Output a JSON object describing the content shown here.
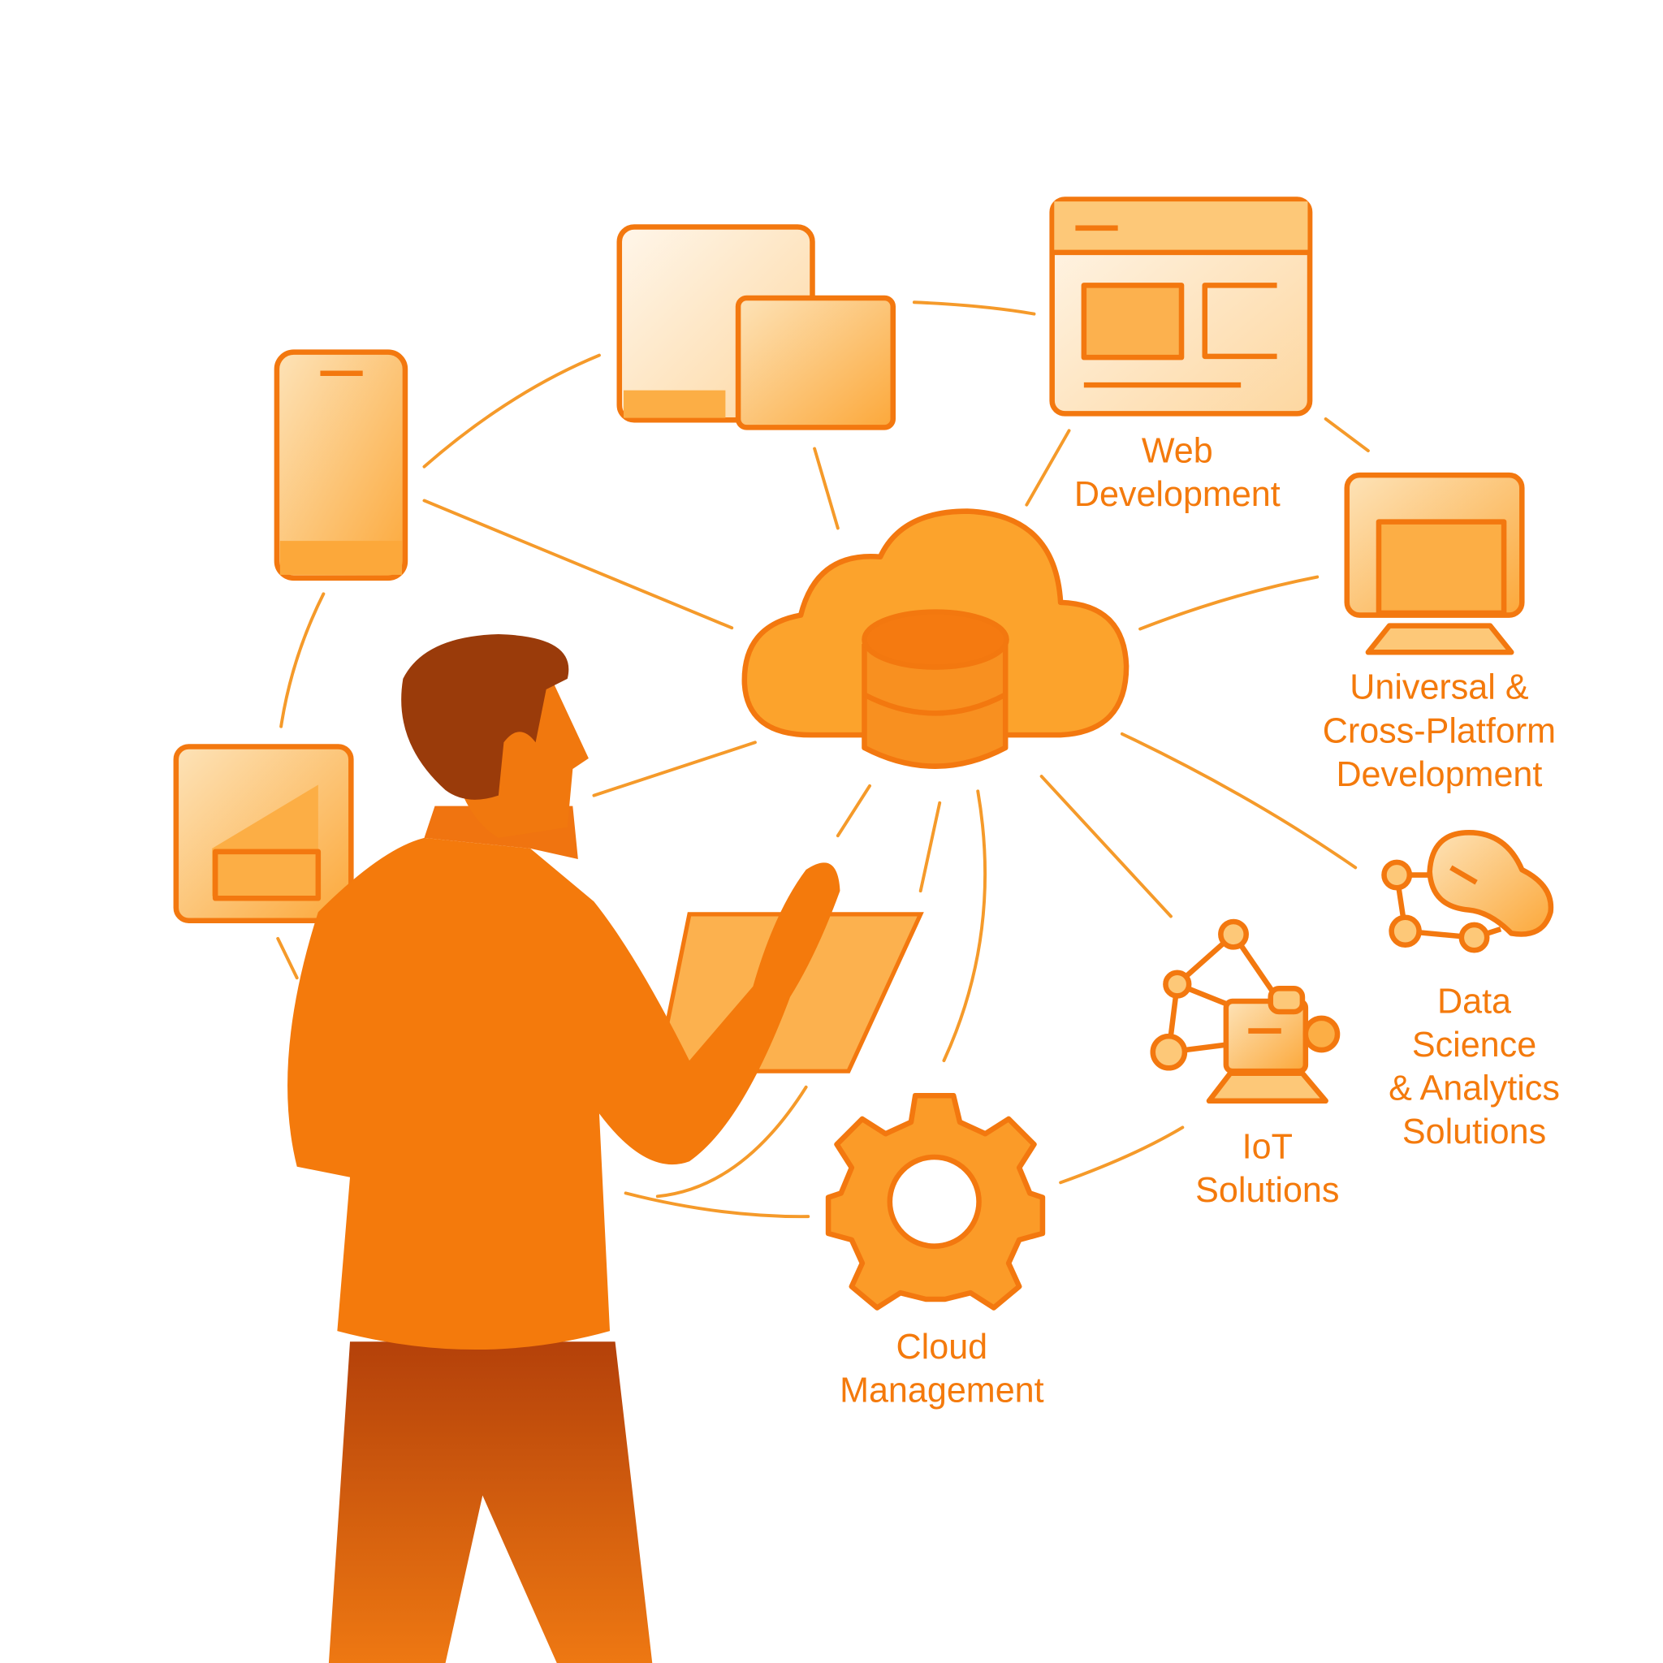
{
  "labels": {
    "web": [
      "Web",
      "Development"
    ],
    "universal": [
      "Universal &",
      "Cross-Platform",
      "Development"
    ],
    "data_science": [
      "Data",
      "Science",
      "& Analytics",
      "Solutions"
    ],
    "iot": [
      "IoT",
      "Solutions"
    ],
    "cloud": [
      "Cloud",
      "Management"
    ]
  },
  "colors": {
    "accent": "#f47a0c",
    "light": "#fdc878",
    "hair": "#9a3b0a",
    "pants": "#c24d0a"
  }
}
